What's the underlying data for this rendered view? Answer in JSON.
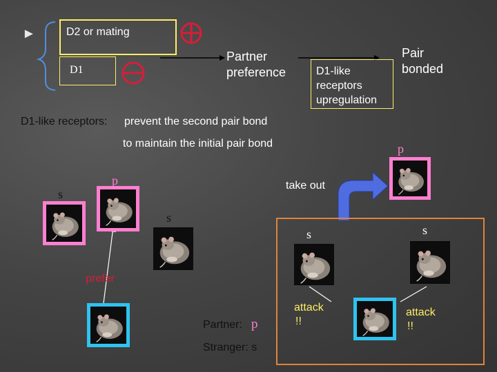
{
  "bullet": "►",
  "box_d2": "D2 or mating",
  "box_d1": "D1",
  "partner_preference": [
    "Partner",
    "preference"
  ],
  "d1_receptors_box": [
    "D1-like",
    "receptors",
    "upregulation"
  ],
  "pair_bonded": [
    "Pair",
    "bonded"
  ],
  "line1_black": "D1-like receptors:",
  "line1_white": "prevent the second pair bond",
  "line2": "to maintain the initial pair bond",
  "label_p": "p",
  "label_s": "s",
  "take_out": "take out",
  "prefer": "prefer",
  "partner_label": "Partner:",
  "stranger_label": "Stranger: s",
  "attack": [
    "attack",
    "!!"
  ],
  "colors": {
    "pink": "#ff7fd0",
    "cyan": "#2fc3f0",
    "yellow": "#ffee66",
    "red": "#d61e3a",
    "arrow_blue": "#4f6de0"
  }
}
